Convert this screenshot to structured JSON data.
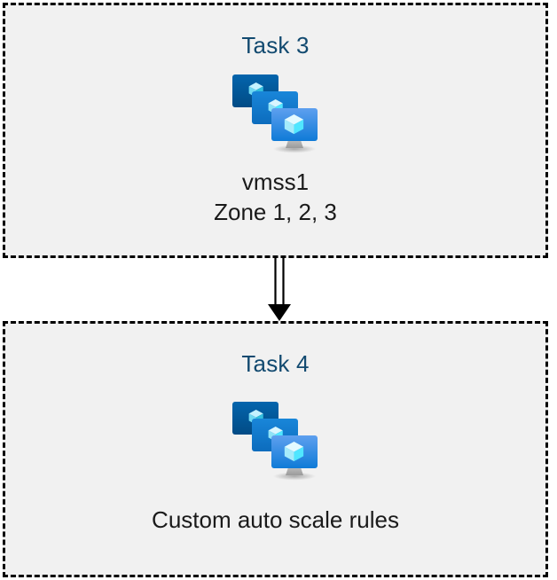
{
  "diagram": {
    "type": "flow",
    "background_color": "#ffffff",
    "box_fill_color": "#f1f1f1",
    "box_border_color": "#000000",
    "box_border_style": "dashed",
    "heading_color": "#124a70",
    "caption_color": "#1a1a1a",
    "connector": {
      "name": "double-line-arrow",
      "direction": "down",
      "from": "Task 3",
      "to": "Task 4",
      "color": "#000000"
    },
    "boxes": [
      {
        "id": "task3",
        "heading": "Task 3",
        "icon": "vm-scale-set-icon",
        "caption": "vmss1\nZone 1, 2, 3",
        "caption_lines": [
          "vmss1",
          "Zone 1, 2, 3"
        ]
      },
      {
        "id": "task4",
        "heading": "Task 4",
        "icon": "vm-scale-set-icon",
        "caption": "Custom auto scale rules",
        "caption_lines": [
          "Custom auto scale rules"
        ]
      }
    ]
  },
  "icon_palette": {
    "monitor_back": "#005BA1",
    "monitor_mid": "#0078D4",
    "monitor_front_top": "#5EA0EF",
    "monitor_front_bottom": "#0F7BD7",
    "cube_top": "#C3F1FF",
    "cube_left": "#9CEBFF",
    "cube_right": "#50E6FF",
    "stand": "#A8A8A8",
    "shadow": "#B3B3B3"
  }
}
